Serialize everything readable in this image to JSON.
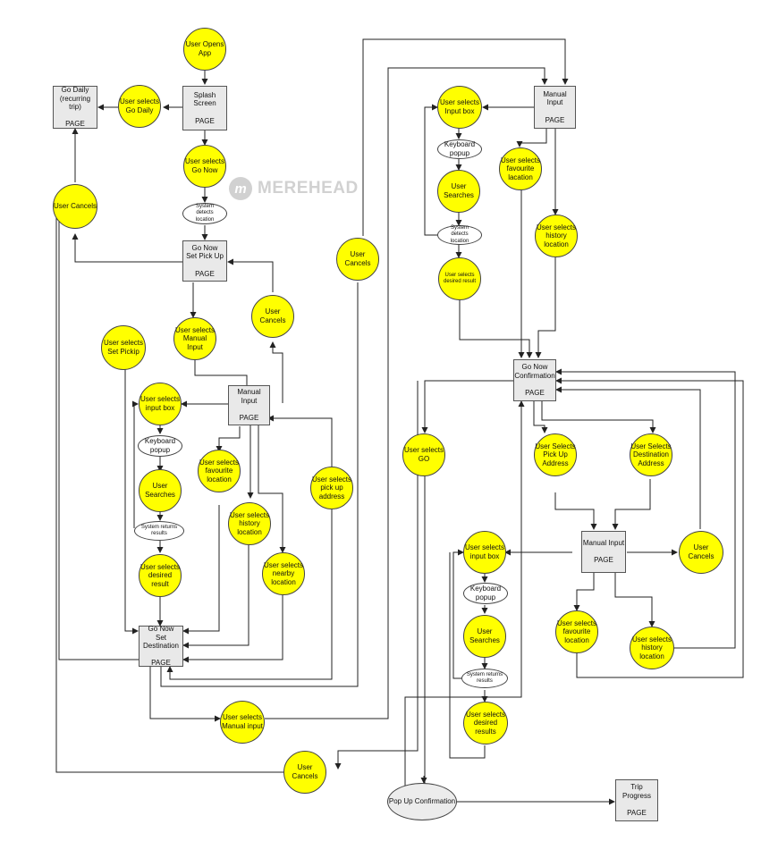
{
  "watermark": {
    "text": "MEREHEAD",
    "logo_letter": "m"
  },
  "nodes": {
    "user_opens_app": "User Opens\nApp",
    "splash_screen": "Splash\nScreen\n\nPAGE",
    "go_daily_page": "Go Daily\n(recurring trip)\n\nPAGE",
    "user_selects_go_daily": "User selects\nGo Daily",
    "user_selects_go_now": "User selects\nGo Now",
    "user_cancels_left": "User Cancels",
    "system_detects_location_1": "System\ndetects\nlocation",
    "go_now_set_pickup": "Go Now\nSet Pick Up\n\nPAGE",
    "user_cancels_mid": "User\nCancels",
    "user_selects_manual_input_1": "User selects\nManual Input",
    "user_selects_set_pickip": "User selects\nSet Pickip",
    "manual_input_page_1": "Manual Input\n\nPAGE",
    "user_selects_input_box_1": "User selects\ninput box",
    "keyboard_popup_1": "Keyboard\npopup",
    "user_searches_1": "User\nSearches",
    "system_returns_results_1": "System returns\nresults",
    "user_selects_desired_result_1": "User selects\ndesired result",
    "user_selects_favourite_1": "User selects\nfavourite\nlocation",
    "user_selects_history_1": "User selects\nhistory\nlocation",
    "user_selects_nearby": "User selects\nnearby\nlocation",
    "user_selects_pickup_address": "User selects\npick up\naddress",
    "go_now_set_destination": "Go Now\nSet\nDestination\n\nPAGE",
    "user_selects_manual_input_2": "User selects\nManual input",
    "user_cancels_bottom": "User Cancels",
    "user_cancels_upper": "User\nCancels",
    "manual_input_page_2": "Manual Input\n\nPAGE",
    "user_selects_input_box_2": "User selects\nInput box",
    "keyboard_popup_2": "Keyboard\npopup",
    "user_searches_2": "User\nSearches",
    "system_detects_location_2": "System\ndetects\nlocation",
    "user_selects_desired_result_2": "User selects\ndesired result",
    "user_selects_favourite_2": "User selects\nfavourite\nlacation",
    "user_selects_history_2": "User selects\nhistory\nlocation",
    "go_now_confirmation": "Go Now\nConfirmation\n\nPAGE",
    "user_selects_go": "User selects\nGO",
    "user_selects_pickup_address_2": "User Selects\nPick Up\nAddress",
    "user_selects_destination_address": "User Selects\nDestination\nAddress",
    "manual_input_page_3": "Manual Input\n\nPAGE",
    "user_cancels_right": "User\nCancels",
    "user_selects_input_box_3": "User selects\ninput box",
    "keyboard_popup_3": "Keyboard\npopup",
    "user_searches_3": "User\nSearches",
    "system_returns_results_3": "System returns\nresults",
    "user_selects_desired_results_3": "User selects\ndesired results",
    "user_selects_favourite_3": "User selects\nfavourite\nlocation",
    "user_selects_history_3": "User selects\nhistory\nlocation",
    "pop_up_confirmation": "Pop Up Confirmation",
    "trip_progress": "Trip Progress\n\nPAGE"
  }
}
